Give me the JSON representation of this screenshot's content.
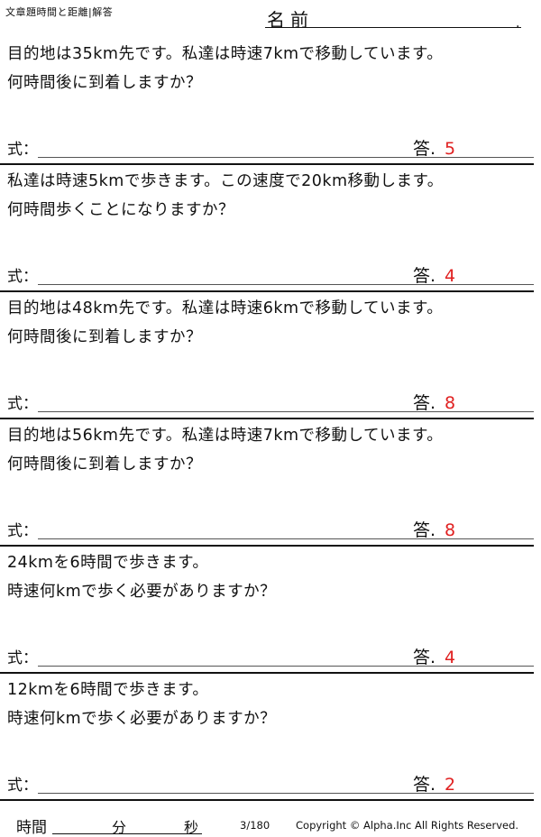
{
  "header": {
    "title": "文章題時間と距離|解答",
    "name_label": "名前",
    "name_dot": "."
  },
  "labels": {
    "formula": "式：",
    "answer_prefix": "答."
  },
  "problems": [
    {
      "line1": "目的地は35km先です。私達は時速7kmで移動しています。",
      "line2": "何時間後に到着しますか？",
      "answer": "5"
    },
    {
      "line1": "私達は時速5kmで歩きます。この速度で20km移動します。",
      "line2": "何時間歩くことになりますか？",
      "answer": "4"
    },
    {
      "line1": "目的地は48km先です。私達は時速6kmで移動しています。",
      "line2": "何時間後に到着しますか？",
      "answer": "8"
    },
    {
      "line1": "目的地は56km先です。私達は時速7kmで移動しています。",
      "line2": "何時間後に到着しますか？",
      "answer": "8"
    },
    {
      "line1": "24kmを6時間で歩きます。",
      "line2": "時速何kmで歩く必要がありますか？",
      "answer": "4"
    },
    {
      "line1": "12kmを6時間で歩きます。",
      "line2": "時速何kmで歩く必要がありますか？",
      "answer": "2"
    }
  ],
  "footer": {
    "time_label": "時間",
    "minutes_label": "分",
    "seconds_label": "秒",
    "page": "3/180",
    "copyright": "Copyright ©  Alpha.Inc All Rights Reserved."
  },
  "colors": {
    "answer": "#e02020",
    "text": "#111111"
  }
}
